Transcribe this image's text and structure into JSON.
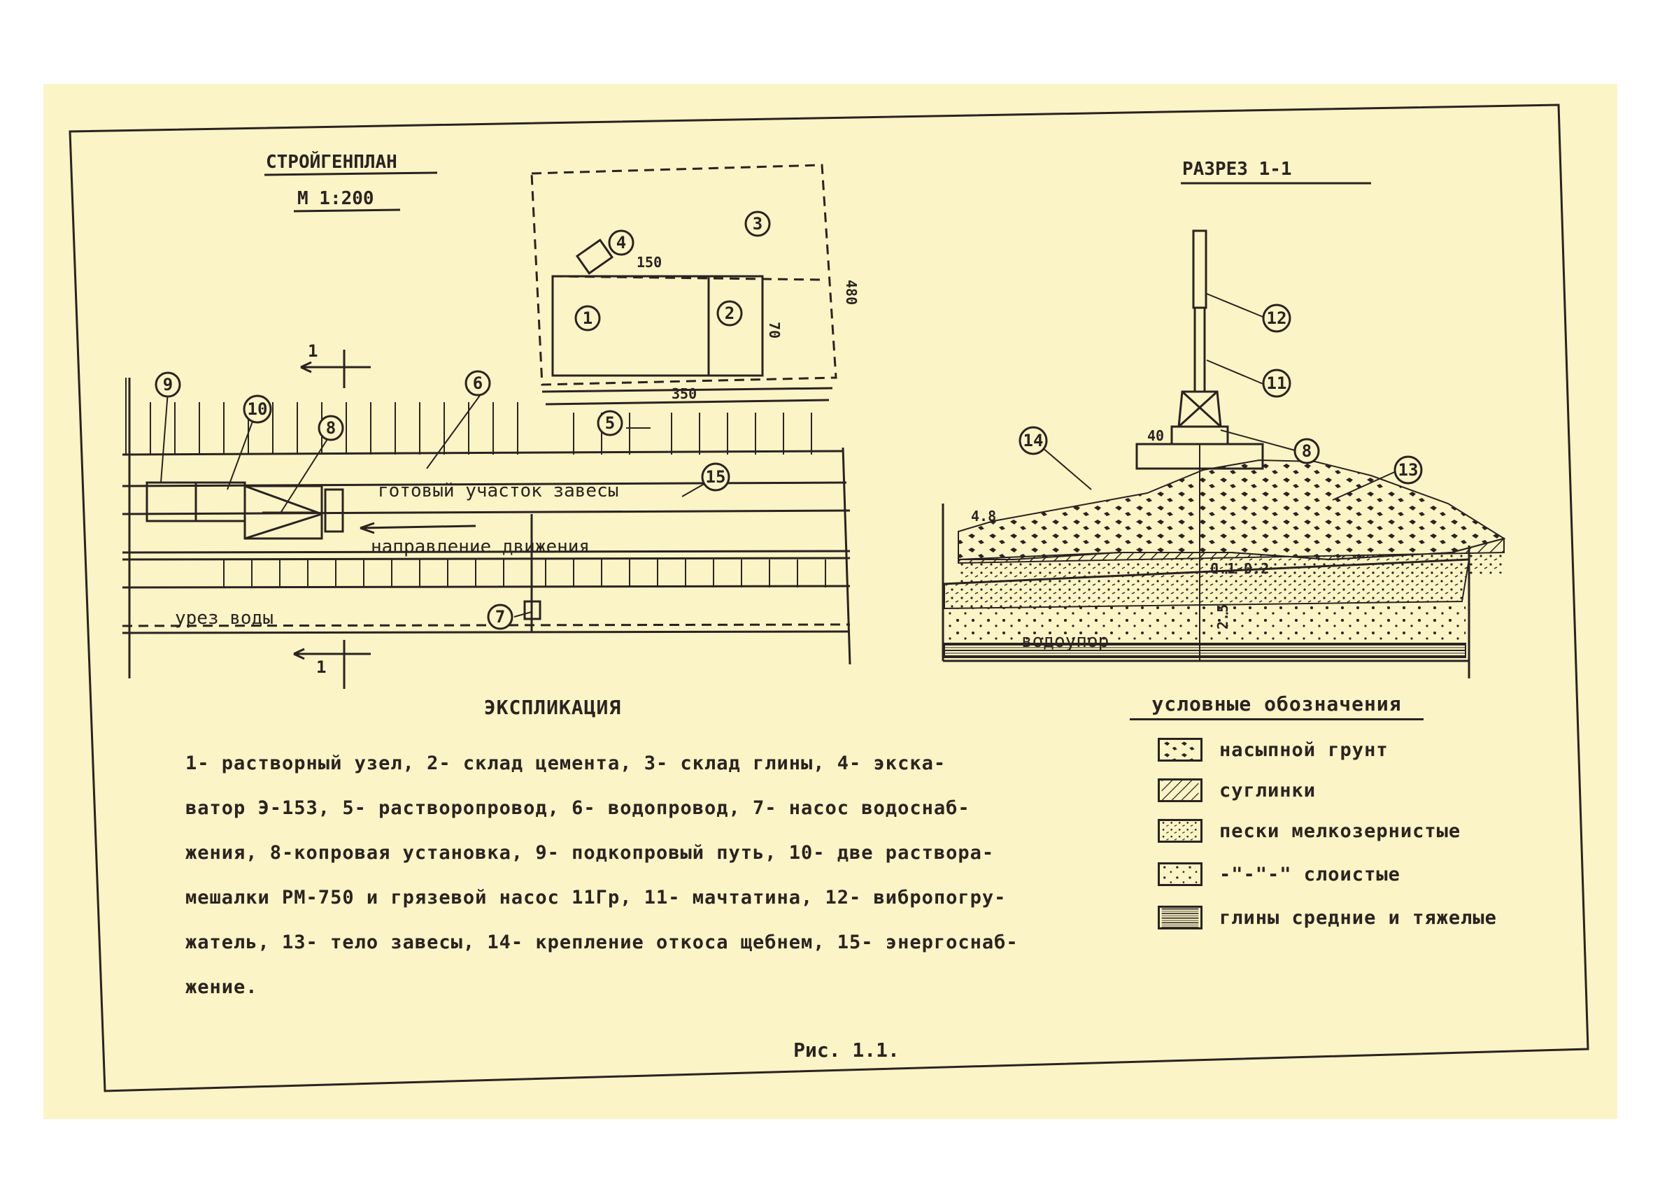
{
  "plan": {
    "title": "СТРОЙГЕНПЛАН",
    "scale": "М 1:200",
    "labels": {
      "ready_section": "готовый участок завесы",
      "direction": "направление движения",
      "water_edge": "урез воды",
      "section_mark": "1"
    },
    "dims": [
      "150",
      "480",
      "70",
      "350"
    ]
  },
  "section": {
    "title": "РАЗРЕЗ 1-1",
    "labels": {
      "aquiclude": "водоупор"
    },
    "dims": [
      "40",
      "4.8",
      "0.1-0.2",
      "2.5"
    ]
  },
  "callouts": [
    "1",
    "2",
    "3",
    "4",
    "5",
    "6",
    "7",
    "8",
    "9",
    "10",
    "11",
    "12",
    "13",
    "14",
    "15"
  ],
  "explication": {
    "title": "ЭКСПЛИКАЦИЯ",
    "text": "1- растворный узел, 2- склад цемента, 3- склад глины, 4- экска-\nватор Э-153, 5- растворопровод, 6- водопровод, 7- насос водоснаб-\nжения, 8-копровая установка, 9- подкопровый путь, 10- две раствора-\nмешалки РМ-750 и грязевой насос 11Гр, 11- мачтатина, 12- вибропогру-\nжатель, 13- тело завесы, 14- крепление откоса щебнем, 15- энергоснаб-\nжение."
  },
  "legend": {
    "title": "условные обозначения",
    "items": [
      {
        "label": "насыпной грунт",
        "pattern": "fill"
      },
      {
        "label": "суглинки",
        "pattern": "hatch"
      },
      {
        "label": "пески мелкозернистые",
        "pattern": "fine-sand"
      },
      {
        "label": "-\"-\"-\" слоистые",
        "pattern": "sand-dots"
      },
      {
        "label": "глины средние и тяжелые",
        "pattern": "clay"
      }
    ]
  },
  "caption": "Рис. 1.1."
}
